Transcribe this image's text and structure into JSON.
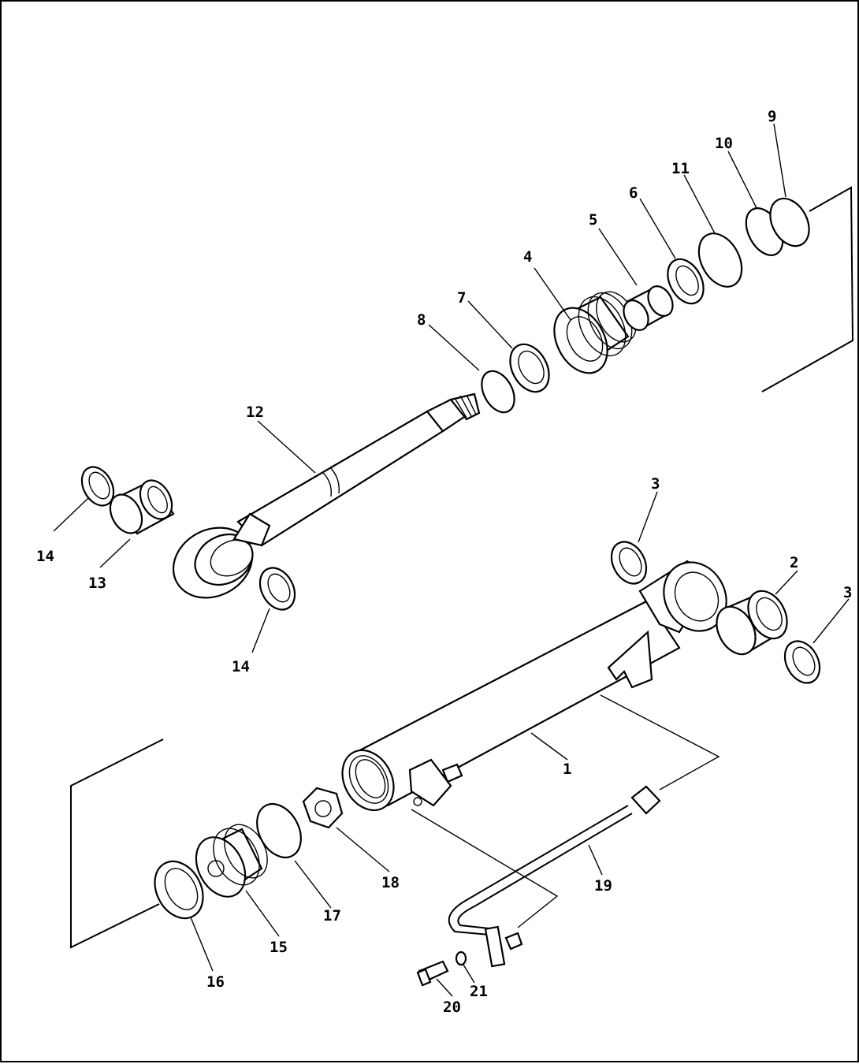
{
  "diagram": {
    "type": "exploded-parts-diagram",
    "callouts": [
      {
        "id": "1",
        "text": "1"
      },
      {
        "id": "2",
        "text": "2"
      },
      {
        "id": "3a",
        "text": "3"
      },
      {
        "id": "3b",
        "text": "3"
      },
      {
        "id": "4",
        "text": "4"
      },
      {
        "id": "5",
        "text": "5"
      },
      {
        "id": "6",
        "text": "6"
      },
      {
        "id": "7",
        "text": "7"
      },
      {
        "id": "8",
        "text": "8"
      },
      {
        "id": "9",
        "text": "9"
      },
      {
        "id": "10",
        "text": "10"
      },
      {
        "id": "11",
        "text": "11"
      },
      {
        "id": "12",
        "text": "12"
      },
      {
        "id": "13",
        "text": "13"
      },
      {
        "id": "14a",
        "text": "14"
      },
      {
        "id": "14b",
        "text": "14"
      },
      {
        "id": "15",
        "text": "15"
      },
      {
        "id": "16",
        "text": "16"
      },
      {
        "id": "17",
        "text": "17"
      },
      {
        "id": "18",
        "text": "18"
      },
      {
        "id": "19",
        "text": "19"
      },
      {
        "id": "20",
        "text": "20"
      },
      {
        "id": "21",
        "text": "21"
      }
    ]
  }
}
